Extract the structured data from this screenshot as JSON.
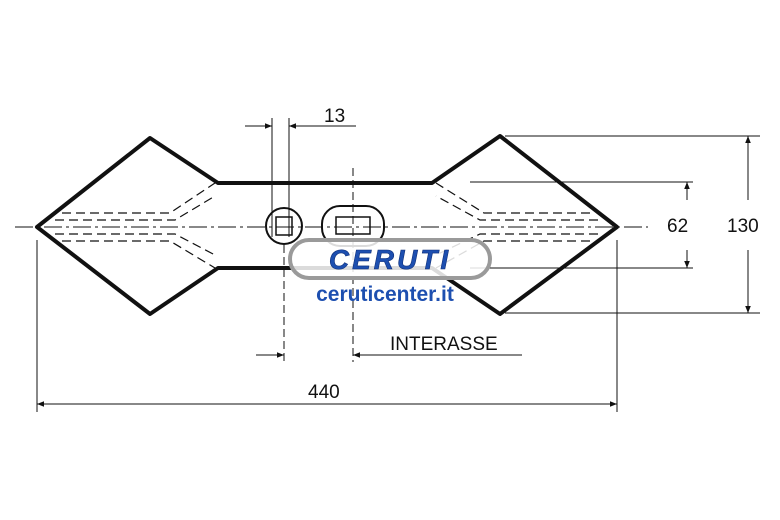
{
  "drawing": {
    "dim_slot_width": "13",
    "dim_inner_height": "62",
    "dim_total_height": "130",
    "dim_total_length": "440",
    "interasse_label": "INTERASSE"
  },
  "watermark": {
    "brand": "CERUTI",
    "url": "ceruticenter.it"
  },
  "colors": {
    "line": "#111111",
    "brand_blue": "#1d4fb0",
    "brand_outline": "#9a9a9a"
  }
}
